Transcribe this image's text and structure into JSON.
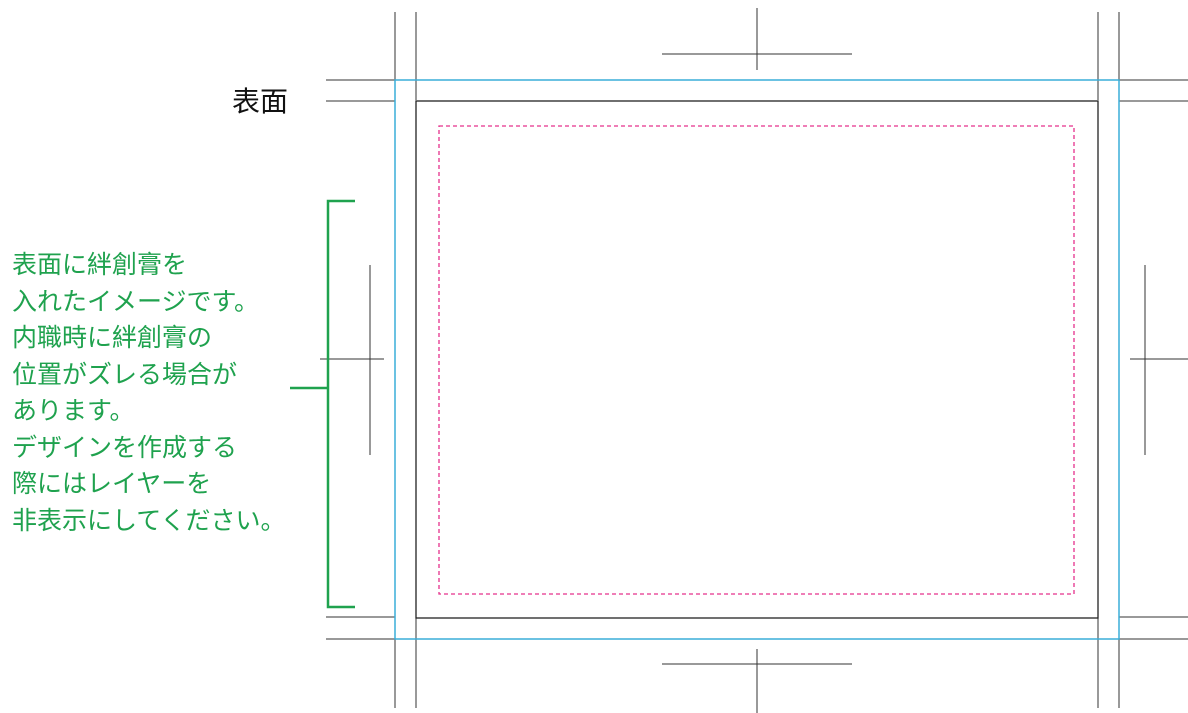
{
  "page_label": "表面",
  "note_lines": [
    "表面に絆創膏を",
    "入れたイメージです。",
    "内職時に絆創膏の",
    "位置がズレる場合が",
    "あります。",
    "デザインを作成する",
    "際にはレイヤーを",
    "非表示にしてください。"
  ],
  "colors": {
    "crop_marks": "#333333",
    "bleed_border": "#3aaed8",
    "trim_border": "#222222",
    "safe_area": "#e5318c",
    "note": "#1fa24e",
    "label": "#111111"
  }
}
